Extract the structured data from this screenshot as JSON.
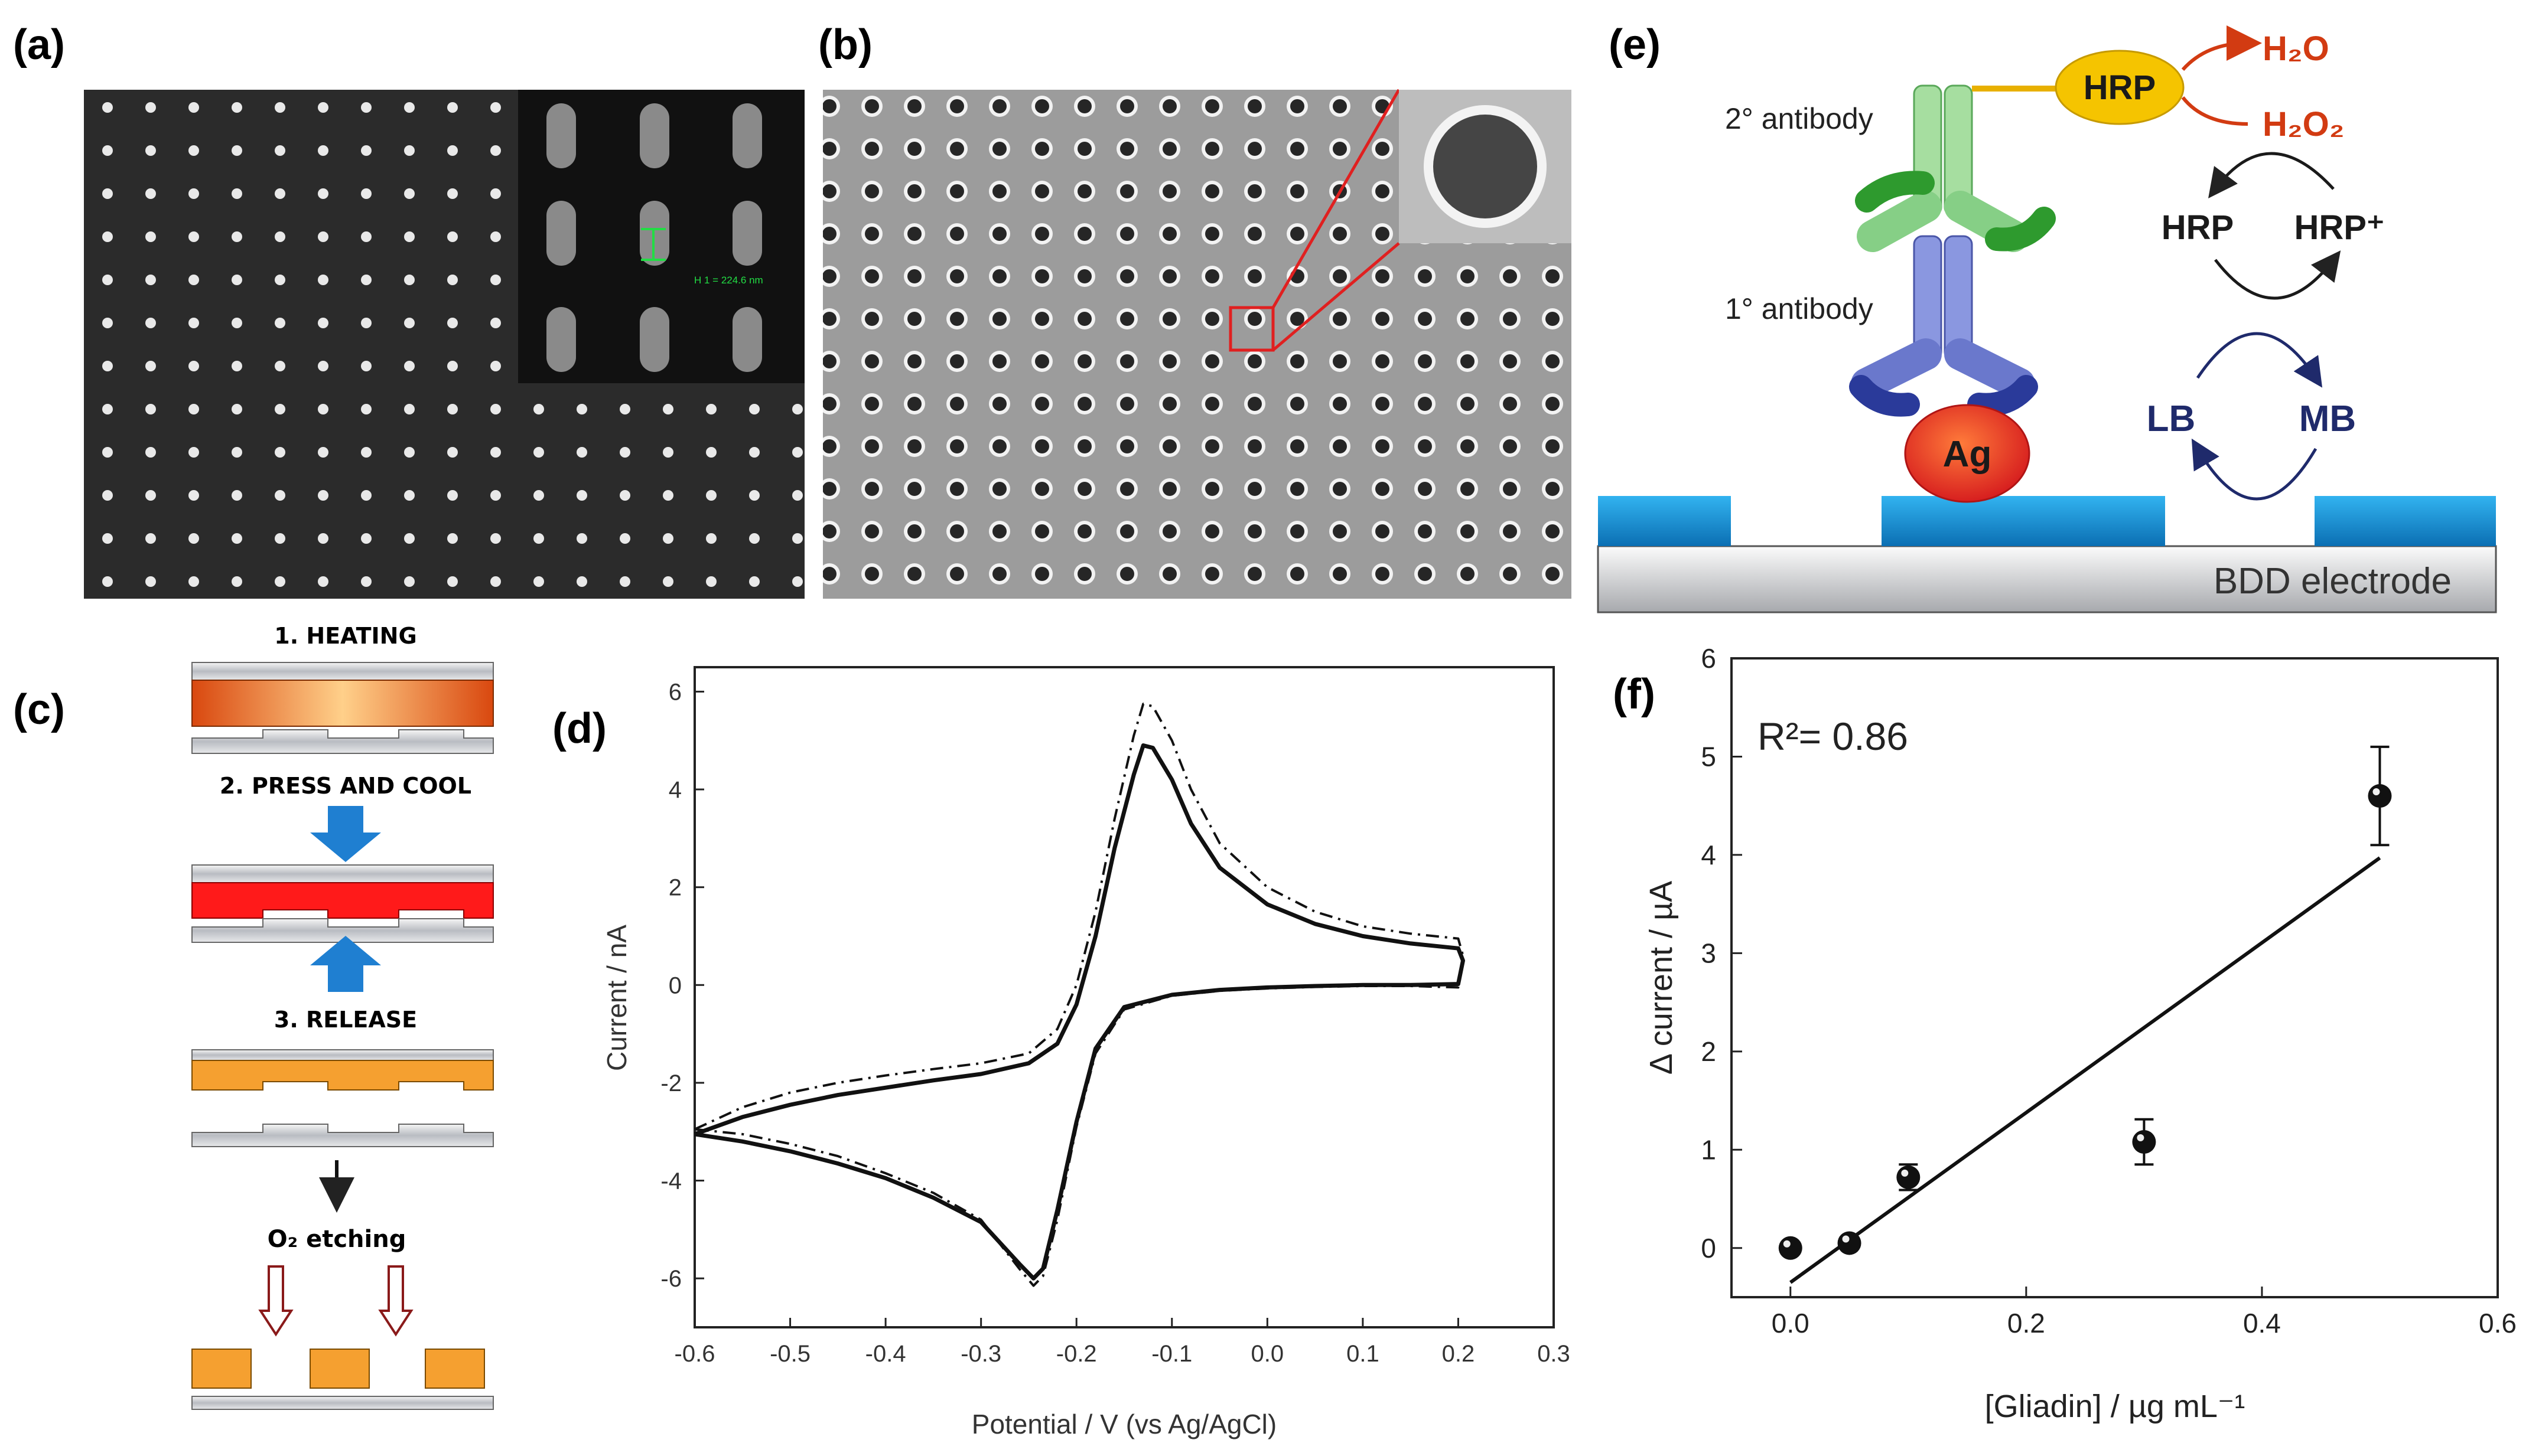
{
  "panels": {
    "a": {
      "label": "(a)",
      "inset_text": "H 1 = 224.6 nm"
    },
    "b": {
      "label": "(b)"
    },
    "c": {
      "label": "(c)",
      "steps": [
        "1. HEATING",
        "2. PRESS AND COOL",
        "3. RELEASE",
        "O₂ etching"
      ]
    },
    "d": {
      "label": "(d)"
    },
    "e": {
      "label": "(e)",
      "texts": {
        "secondary_antibody": "2° antibody",
        "primary_antibody": "1° antibody",
        "hrp": "HRP",
        "h2o": "H₂O",
        "h2o2": "H₂O₂",
        "hrp_reduced": "HRP",
        "hrp_oxidized": "HRP⁺",
        "lb": "LB",
        "mb": "MB",
        "ag": "Ag",
        "electrode": "BDD electrode"
      },
      "colors": {
        "hrp": "#f5c400",
        "water": "#d23b12",
        "secondary": "#5ac15a",
        "primary": "#5a6ec8",
        "ag": "#e8381d",
        "electrode_layer": "#1a8fd6"
      }
    },
    "f": {
      "label": "(f)",
      "annotation": "R²= 0.86"
    }
  },
  "chart_data": [
    {
      "panel": "d",
      "type": "line",
      "xlabel": "Potential / V (vs Ag/AgCl)",
      "ylabel": "Current / nA",
      "xlim": [
        -0.6,
        0.3
      ],
      "ylim": [
        -7,
        6.5
      ],
      "xticks": [
        "-0.6",
        "-0.5",
        "-0.4",
        "-0.3",
        "-0.2",
        "-0.1",
        "0.0",
        "0.1",
        "0.2",
        "0.3"
      ],
      "yticks": [
        "-6",
        "-4",
        "-2",
        "0",
        "2",
        "4",
        "6"
      ],
      "xtick_values": [
        -0.6,
        -0.5,
        -0.4,
        -0.3,
        -0.2,
        -0.1,
        0.0,
        0.1,
        0.2,
        0.3
      ],
      "ytick_values": [
        -6,
        -4,
        -2,
        0,
        2,
        4,
        6
      ],
      "series": [
        {
          "style": "solid",
          "forward": [
            [
              -0.6,
              -3.05
            ],
            [
              -0.55,
              -2.7
            ],
            [
              -0.5,
              -2.45
            ],
            [
              -0.45,
              -2.25
            ],
            [
              -0.4,
              -2.1
            ],
            [
              -0.35,
              -1.95
            ],
            [
              -0.3,
              -1.82
            ],
            [
              -0.25,
              -1.6
            ],
            [
              -0.22,
              -1.2
            ],
            [
              -0.2,
              -0.4
            ],
            [
              -0.18,
              1.0
            ],
            [
              -0.16,
              2.8
            ],
            [
              -0.14,
              4.3
            ],
            [
              -0.13,
              4.9
            ],
            [
              -0.12,
              4.85
            ],
            [
              -0.1,
              4.2
            ],
            [
              -0.08,
              3.3
            ],
            [
              -0.05,
              2.4
            ],
            [
              0.0,
              1.65
            ],
            [
              0.05,
              1.25
            ],
            [
              0.1,
              1.0
            ],
            [
              0.15,
              0.85
            ],
            [
              0.2,
              0.75
            ],
            [
              0.205,
              0.5
            ]
          ],
          "reverse": [
            [
              0.205,
              0.5
            ],
            [
              0.2,
              0.02
            ],
            [
              0.15,
              0.0
            ],
            [
              0.1,
              0.0
            ],
            [
              0.05,
              -0.02
            ],
            [
              0.0,
              -0.05
            ],
            [
              -0.05,
              -0.1
            ],
            [
              -0.1,
              -0.2
            ],
            [
              -0.15,
              -0.45
            ],
            [
              -0.18,
              -1.3
            ],
            [
              -0.2,
              -2.8
            ],
            [
              -0.22,
              -4.6
            ],
            [
              -0.235,
              -5.8
            ],
            [
              -0.245,
              -6.0
            ],
            [
              -0.26,
              -5.7
            ],
            [
              -0.3,
              -4.85
            ],
            [
              -0.35,
              -4.35
            ],
            [
              -0.4,
              -3.95
            ],
            [
              -0.45,
              -3.65
            ],
            [
              -0.5,
              -3.4
            ],
            [
              -0.55,
              -3.2
            ],
            [
              -0.6,
              -3.05
            ]
          ]
        },
        {
          "style": "dashdot",
          "forward": [
            [
              -0.6,
              -2.95
            ],
            [
              -0.55,
              -2.5
            ],
            [
              -0.5,
              -2.2
            ],
            [
              -0.45,
              -2.0
            ],
            [
              -0.4,
              -1.85
            ],
            [
              -0.35,
              -1.72
            ],
            [
              -0.3,
              -1.6
            ],
            [
              -0.25,
              -1.4
            ],
            [
              -0.22,
              -0.9
            ],
            [
              -0.2,
              0.0
            ],
            [
              -0.18,
              1.5
            ],
            [
              -0.16,
              3.4
            ],
            [
              -0.14,
              5.1
            ],
            [
              -0.13,
              5.75
            ],
            [
              -0.12,
              5.7
            ],
            [
              -0.1,
              5.0
            ],
            [
              -0.08,
              4.0
            ],
            [
              -0.05,
              2.9
            ],
            [
              0.0,
              2.0
            ],
            [
              0.05,
              1.5
            ],
            [
              0.1,
              1.2
            ],
            [
              0.15,
              1.05
            ],
            [
              0.2,
              0.95
            ],
            [
              0.205,
              0.6
            ]
          ],
          "reverse": [
            [
              0.205,
              0.6
            ],
            [
              0.2,
              -0.05
            ],
            [
              0.15,
              -0.02
            ],
            [
              0.1,
              -0.02
            ],
            [
              0.05,
              -0.04
            ],
            [
              0.0,
              -0.07
            ],
            [
              -0.05,
              -0.12
            ],
            [
              -0.1,
              -0.22
            ],
            [
              -0.15,
              -0.5
            ],
            [
              -0.18,
              -1.4
            ],
            [
              -0.2,
              -2.9
            ],
            [
              -0.22,
              -4.8
            ],
            [
              -0.235,
              -5.95
            ],
            [
              -0.245,
              -6.15
            ],
            [
              -0.26,
              -5.8
            ],
            [
              -0.3,
              -4.8
            ],
            [
              -0.35,
              -4.25
            ],
            [
              -0.4,
              -3.85
            ],
            [
              -0.45,
              -3.5
            ],
            [
              -0.5,
              -3.25
            ],
            [
              -0.55,
              -3.05
            ],
            [
              -0.6,
              -2.95
            ]
          ]
        }
      ]
    },
    {
      "panel": "f",
      "type": "scatter",
      "xlabel": "[Gliadin] / µg mL⁻¹",
      "ylabel": "Δ current / µA",
      "xlim": [
        -0.05,
        0.6
      ],
      "ylim": [
        -0.5,
        6
      ],
      "xticks": [
        "0.0",
        "0.2",
        "0.4",
        "0.6"
      ],
      "yticks": [
        "0",
        "1",
        "2",
        "3",
        "4",
        "5",
        "6"
      ],
      "xtick_values": [
        0.0,
        0.2,
        0.4,
        0.6
      ],
      "ytick_values": [
        0,
        1,
        2,
        3,
        4,
        5,
        6
      ],
      "points": [
        {
          "x": 0.0,
          "y": 0.0,
          "err": 0.0
        },
        {
          "x": 0.05,
          "y": 0.05,
          "err": 0.0
        },
        {
          "x": 0.1,
          "y": 0.72,
          "err": 0.13
        },
        {
          "x": 0.3,
          "y": 1.08,
          "err": 0.23
        },
        {
          "x": 0.5,
          "y": 4.6,
          "err": 0.5
        }
      ],
      "fit_line": [
        [
          0.0,
          -0.35
        ],
        [
          0.5,
          3.97
        ]
      ]
    }
  ]
}
